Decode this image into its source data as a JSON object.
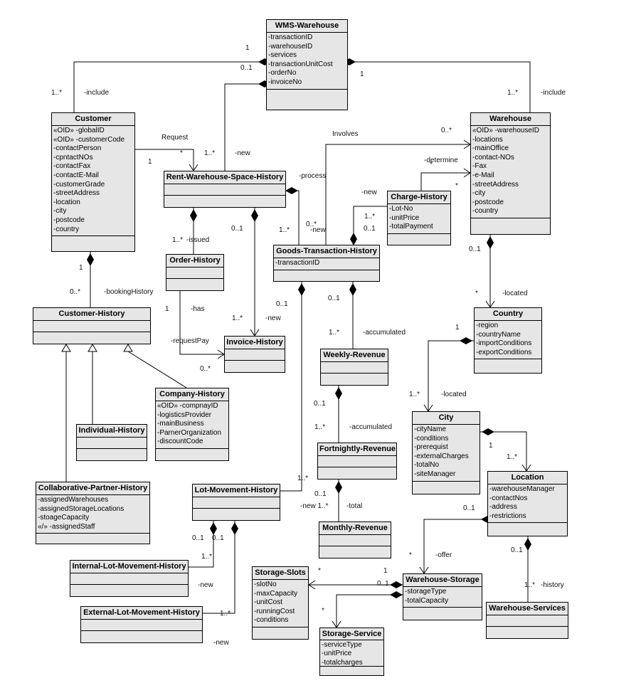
{
  "classes": {
    "wms_warehouse": {
      "name": "WMS-Warehouse",
      "attributes": [
        "-transactionID",
        "-warehouseID",
        "-services",
        "-transactionUnitCost",
        "-orderNo",
        "-invoiceNo"
      ]
    },
    "customer": {
      "name": "Customer",
      "attributes": [
        "«OID» -globalID",
        "«OID» -customerCode",
        "-contactPerson",
        "-cpntactNOs",
        "-contactFax",
        "-contactE-Mail",
        "-customerGrade",
        "-streetAddress",
        "-location",
        "-city",
        "-postcode",
        "-country"
      ]
    },
    "warehouse": {
      "name": "Warehouse",
      "attributes": [
        "«OID» -warehouseID",
        "-locations",
        "-mainOffice",
        "-contact-NOs",
        "-Fax",
        "-e-Mail",
        "-streetAddress",
        "-city",
        "-postcode",
        "-country"
      ]
    },
    "rent_history": {
      "name": "Rent-Warehouse-Space-History",
      "attributes": []
    },
    "charge_history": {
      "name": "Charge-History",
      "attributes": [
        "-Lot-No",
        "-unitPrice",
        "-totalPayment"
      ]
    },
    "goods_transaction": {
      "name": "Goods-Transaction-History",
      "attributes": [
        "-transactionID"
      ]
    },
    "order_history": {
      "name": "Order-History",
      "attributes": []
    },
    "invoice_history": {
      "name": "Invoice-History",
      "attributes": []
    },
    "customer_history": {
      "name": "Customer-History",
      "attributes": []
    },
    "company_history": {
      "name": "Company-History",
      "attributes": [
        "«OID» -compnayID",
        "-logisticsProvider",
        "-mainBusiness",
        "-ParnerOrganization",
        "-discountCode"
      ]
    },
    "individual_history": {
      "name": "Individual-History",
      "attributes": []
    },
    "collab_history": {
      "name": "Collaborative-Partner-History",
      "attributes": [
        "-assignedWarehouses",
        "-assignedStorageLocations",
        "-stoageCapacity",
        "«/» -assignedStaff"
      ]
    },
    "weekly_revenue": {
      "name": "Weekly-Revenue",
      "attributes": []
    },
    "fortnightly_revenue": {
      "name": "Fortnightly-Revenue",
      "attributes": []
    },
    "monthly_revenue": {
      "name": "Monthly-Revenue",
      "attributes": []
    },
    "country": {
      "name": "Country",
      "attributes": [
        "-region",
        "-countryName",
        "-importConditions",
        "-exportConditions"
      ]
    },
    "city": {
      "name": "City",
      "attributes": [
        "-cityName",
        "-conditions",
        "-prerequist",
        "-externalCharges",
        "-totalNo",
        "-siteManager"
      ]
    },
    "location": {
      "name": "Location",
      "attributes": [
        "-warehouseManager",
        "-contactNos",
        "-address",
        "-restrictions"
      ]
    },
    "lot_movement": {
      "name": "Lot-Movement-History",
      "attributes": []
    },
    "internal_lot": {
      "name": "Internal-Lot-Movement-History",
      "attributes": []
    },
    "external_lot": {
      "name": "External-Lot-Movement-History",
      "attributes": []
    },
    "storage_slots": {
      "name": "Storage-Slots",
      "attributes": [
        "-slotNo",
        "-maxCapacity",
        "-unitCost",
        "-runningCost",
        "-conditions"
      ]
    },
    "warehouse_storage": {
      "name": "Warehouse-Storage",
      "attributes": [
        "-storageType",
        "-totalCapacity"
      ]
    },
    "storage_service": {
      "name": "Storage-Service",
      "attributes": [
        "-serviceType",
        "-unitPrice",
        "-totalcharges"
      ]
    },
    "warehouse_services": {
      "name": "Warehouse-Services",
      "attributes": []
    }
  },
  "labels": [
    "1",
    "0..1",
    "1",
    "1..*",
    "-include",
    "1..*",
    "-include",
    "Request",
    "*",
    "1",
    "1..*",
    "-new",
    "Involves",
    "0..*",
    "-determine",
    "*",
    "*",
    "-new",
    "-process",
    "1..*",
    "0..1",
    "1..*",
    "0..*",
    "-new",
    "1..*",
    "-issued",
    "0..1",
    "1",
    "-has",
    "-requestPay",
    "0..*",
    "1..*",
    "-new",
    "1",
    "0..*",
    "-bookingHistory",
    "0..1",
    "0..1",
    "1..*",
    "-accumulated",
    "0..1",
    "1..*",
    "-accumulated",
    "0..1",
    "-new 1..*",
    "-total",
    "1..*",
    "0..1",
    "*",
    "-located",
    "1",
    "1..*",
    "-located",
    "1",
    "1..*",
    "0..1",
    "*",
    "-offer",
    "0..1",
    "1..*",
    "-history",
    "0..1",
    "0..1",
    "1..*",
    "-new",
    "1..*",
    "-new",
    "*",
    "1",
    "0..1",
    "*"
  ]
}
